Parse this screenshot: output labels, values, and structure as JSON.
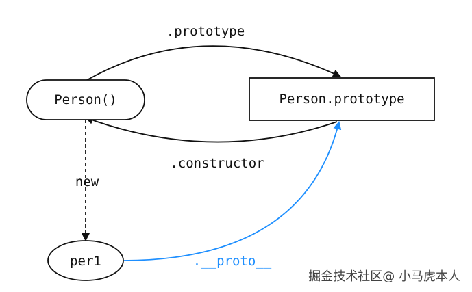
{
  "nodes": {
    "person_constructor": "Person()",
    "person_prototype": "Person.prototype",
    "instance": "per1"
  },
  "edges": {
    "prototype": ".prototype",
    "constructor": ".constructor",
    "new": "new",
    "proto": ".__proto__"
  },
  "watermark": "掘金技术社区@ 小马虎本人",
  "colors": {
    "line": "#111111",
    "proto_line": "#1e8fff"
  }
}
